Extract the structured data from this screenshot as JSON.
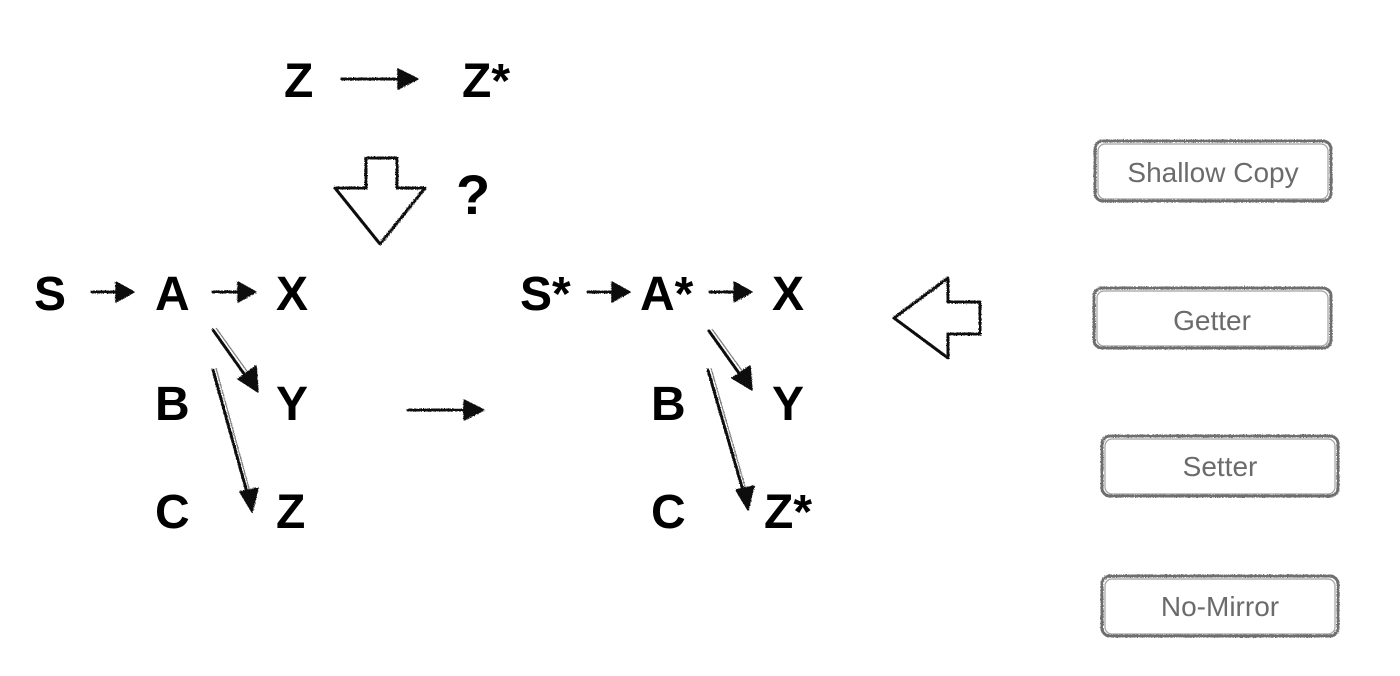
{
  "top": {
    "from": "Z",
    "to": "Z*"
  },
  "question": "?",
  "left_graph": {
    "S": "S",
    "A": "A",
    "X": "X",
    "B": "B",
    "Y": "Y",
    "C": "C",
    "Z": "Z"
  },
  "right_graph": {
    "S": "S*",
    "A": "A*",
    "X": "X",
    "B": "B",
    "Y": "Y",
    "C": "C",
    "Z": "Z*"
  },
  "buttons": {
    "shallow_copy": "Shallow Copy",
    "getter": "Getter",
    "setter": "Setter",
    "no_mirror": "No-Mirror"
  }
}
